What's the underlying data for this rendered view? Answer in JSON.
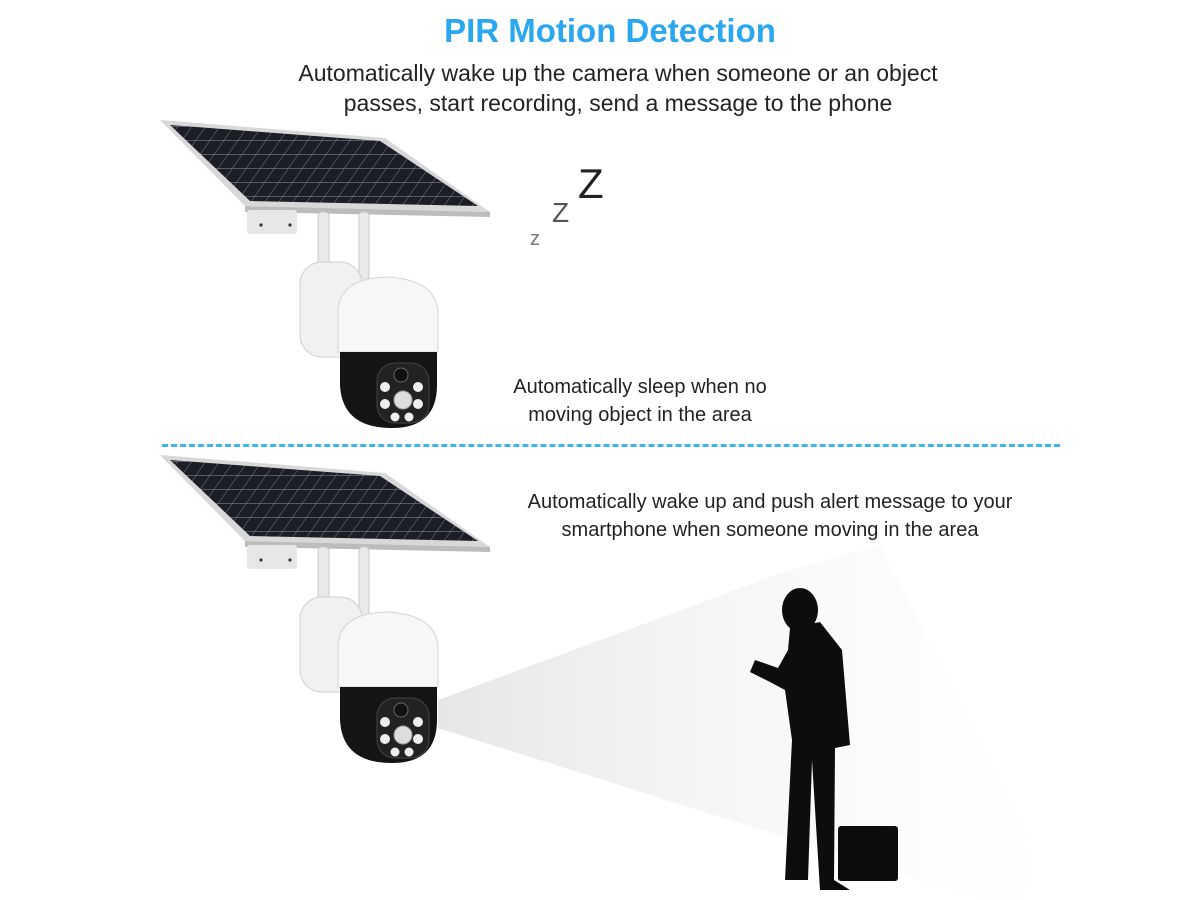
{
  "header": {
    "title": "PIR Motion Detection",
    "subtitle_line1": "Automatically wake up the camera when someone or an object",
    "subtitle_line2": "passes, start recording, send a message to the phone"
  },
  "sleep_section": {
    "zzz": [
      "z",
      "Z",
      "Z"
    ],
    "caption_line1": "Automatically sleep when no",
    "caption_line2": "moving object in the area"
  },
  "wake_section": {
    "caption_line1": "Automatically wake up and push alert message to your",
    "caption_line2": "smartphone when someone moving in the area"
  },
  "colors": {
    "accent": "#2aa7ef",
    "text": "#222222"
  }
}
